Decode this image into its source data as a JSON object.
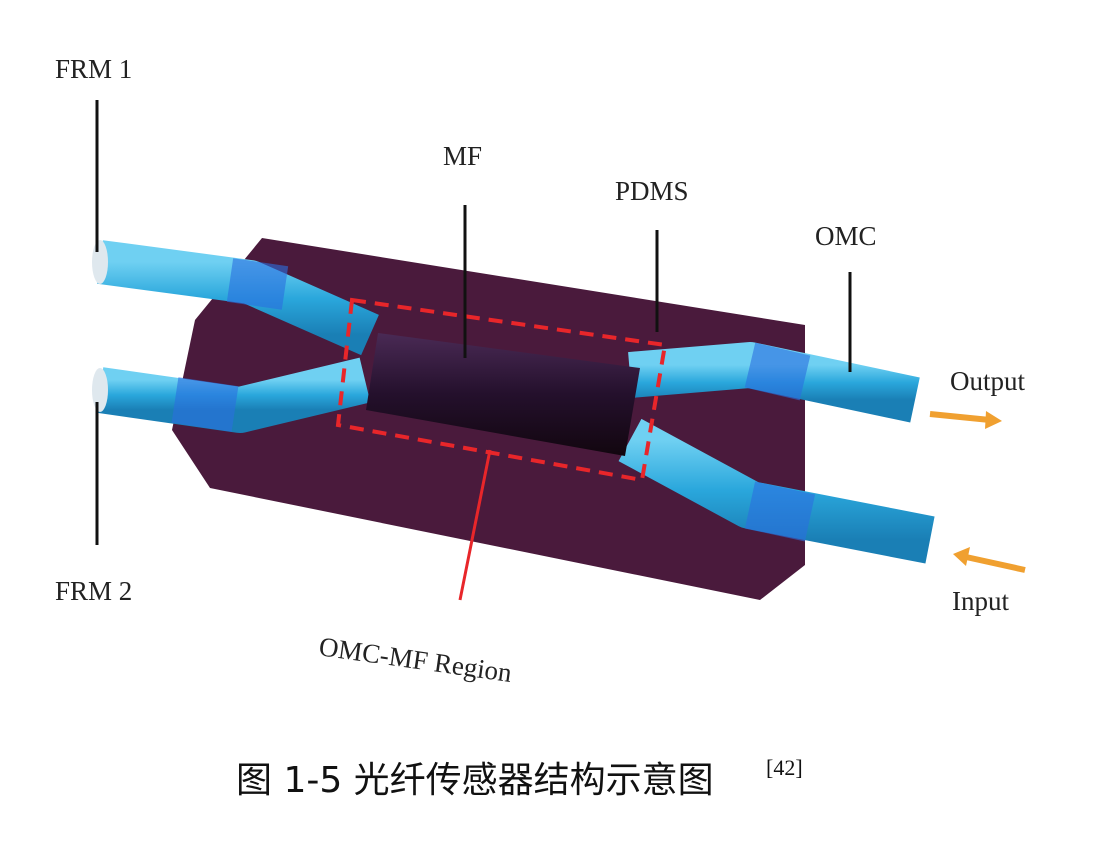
{
  "labels": {
    "frm1": "FRM 1",
    "frm2": "FRM 2",
    "mf": "MF",
    "pdms": "PDMS",
    "omc": "OMC",
    "output": "Output",
    "input": "Input",
    "region": "OMC-MF Region"
  },
  "caption": {
    "text": "图 1-5  光纤传感器结构示意图",
    "ref": "[42]"
  },
  "colors": {
    "plate": "#4a1a3c",
    "fiber": "#2aa7dc",
    "mf": "#2a1230",
    "region": "#e8262a",
    "arrow": "#f0a030"
  }
}
